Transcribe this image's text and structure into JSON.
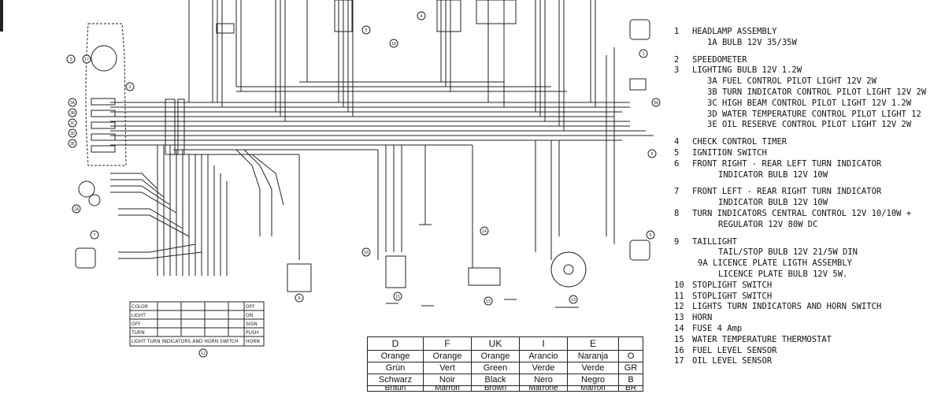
{
  "legend": [
    {
      "num": "1",
      "text": "HEADLAMP ASSEMBLY",
      "level": 0
    },
    {
      "num": "",
      "text": "1A  BULB 12V 35/35W",
      "level": 1
    },
    {
      "num": "",
      "text": "",
      "level": "gap"
    },
    {
      "num": "2",
      "text": "SPEEDOMETER",
      "level": 0
    },
    {
      "num": "3",
      "text": "LIGHTING BULB 12V 1.2W",
      "level": 0
    },
    {
      "num": "",
      "text": "3A  FUEL CONTROL PILOT LIGHT 12V 2W",
      "level": 1
    },
    {
      "num": "",
      "text": "3B  TURN INDICATOR CONTROL PILOT LIGHT 12V 2W",
      "level": 1
    },
    {
      "num": "",
      "text": "3C  HIGH BEAM CONTROL PILOT LIGHT 12V 1.2W",
      "level": 1
    },
    {
      "num": "",
      "text": "3D  WATER TEMPERATURE CONTROL PILOT LIGHT 12",
      "level": 1
    },
    {
      "num": "",
      "text": "3E  OIL RESERVE CONTROL PILOT LIGHT 12V 2W",
      "level": 1
    },
    {
      "num": "",
      "text": "",
      "level": "gap"
    },
    {
      "num": "4",
      "text": "CHECK CONTROL TIMER",
      "level": 0
    },
    {
      "num": "5",
      "text": "IGNITION SWITCH",
      "level": 0
    },
    {
      "num": "6",
      "text": "FRONT RIGHT - REAR LEFT TURN INDICATOR",
      "level": 0
    },
    {
      "num": "",
      "text": "INDICATOR BULB 12V 10W",
      "level": 2
    },
    {
      "num": "",
      "text": "",
      "level": "gap"
    },
    {
      "num": "7",
      "text": "FRONT LEFT - REAR RIGHT TURN INDICATOR",
      "level": 0
    },
    {
      "num": "",
      "text": "INDICATOR BULB 12V 10W",
      "level": 2
    },
    {
      "num": "8",
      "text": "TURN INDICATORS CENTRAL CONTROL 12V 10/10W +",
      "level": 0
    },
    {
      "num": "",
      "text": "REGULATOR 12V 80W DC",
      "level": 2
    },
    {
      "num": "",
      "text": "",
      "level": "gap"
    },
    {
      "num": "9",
      "text": "TAILLIGHT",
      "level": 0
    },
    {
      "num": "",
      "text": "TAIL/STOP BULB 12V 21/5W DIN",
      "level": 2
    },
    {
      "num": "",
      "text": "9A LICENCE PLATE LIGTH ASSEMBLY",
      "level": 0.5
    },
    {
      "num": "",
      "text": "LICENCE PLATE BULB 12V 5W.",
      "level": 2
    },
    {
      "num": "10",
      "text": "STOPLIGHT SWITCH",
      "level": 0
    },
    {
      "num": "11",
      "text": "STOPLIGHT SWITCH",
      "level": 0
    },
    {
      "num": "12",
      "text": "LIGHTS TURN INDICATORS AND HORN SWITCH",
      "level": 0
    },
    {
      "num": "13",
      "text": "HORN",
      "level": 0
    },
    {
      "num": "14",
      "text": "FUSE 4 Amp",
      "level": 0
    },
    {
      "num": "15",
      "text": "WATER TEMPERATURE THERMOSTAT",
      "level": 0
    },
    {
      "num": "16",
      "text": "FUEL LEVEL SENSOR",
      "level": 0
    },
    {
      "num": "17",
      "text": "OIL LEVEL SENSOR",
      "level": 0
    }
  ],
  "color_table": {
    "headers": [
      "D",
      "F",
      "UK",
      "I",
      "E",
      ""
    ],
    "rows": [
      [
        "Orange",
        "Orange",
        "Orange",
        "Arancio",
        "Naranja",
        "O"
      ],
      [
        "Grün",
        "Vert",
        "Green",
        "Verde",
        "Verde",
        "GR"
      ],
      [
        "Schwarz",
        "Noir",
        "Black",
        "Nero",
        "Negro",
        "B"
      ],
      [
        "Braun",
        "Marron",
        "Brown",
        "Marrone",
        "Marron",
        "BR"
      ]
    ]
  },
  "diagram_labels": {
    "callouts": [
      "1",
      "2",
      "1A",
      "3A",
      "3B",
      "3C",
      "3D",
      "3E",
      "5",
      "6",
      "7",
      "8",
      "9",
      "9A",
      "10",
      "11",
      "12",
      "13",
      "14",
      "15",
      "16",
      "17",
      "4",
      "3"
    ]
  },
  "switch_box": {
    "rows": [
      [
        "COLOR",
        "",
        "",
        "",
        "",
        "OFF"
      ],
      [
        "LIGHT",
        "",
        "",
        "",
        "",
        "ON"
      ],
      [
        "OFF",
        "",
        "",
        "",
        "",
        "SIGN"
      ],
      [
        "TURN",
        "",
        "",
        "",
        "",
        "PUSH"
      ],
      [
        "LIGHT TURN INDICATORS AND HORN SWITCH",
        "",
        "",
        "",
        "",
        "HORN"
      ]
    ]
  }
}
